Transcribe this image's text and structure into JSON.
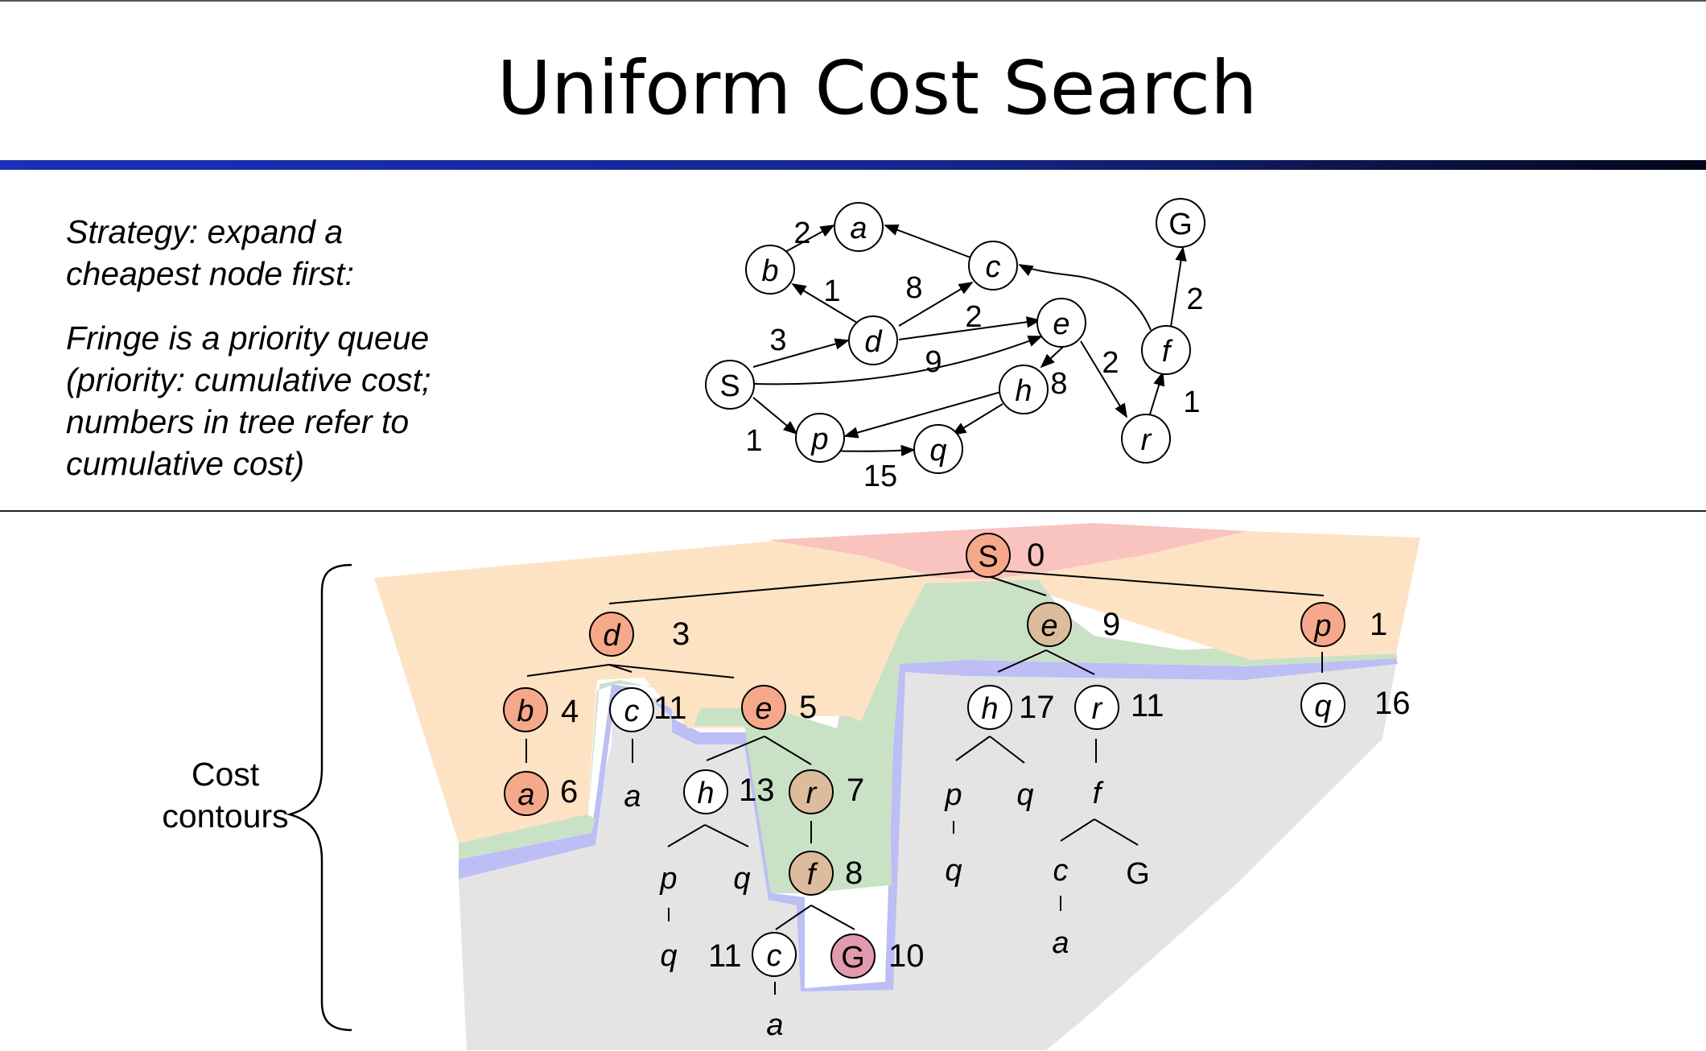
{
  "slide": {
    "title": "Uniform Cost Search",
    "strategy_lines": [
      "Strategy: expand a",
      "cheapest node first:"
    ],
    "fringe_lines": [
      "Fringe is a priority queue",
      "(priority: cumulative cost;",
      "numbers in tree refer to",
      "cumulative cost)"
    ],
    "contour_label_lines": [
      "Cost",
      "contours"
    ]
  },
  "colors": {
    "band_start": "#1b2fb8",
    "band_end": "#040618",
    "contour_red": "#f9c3bf",
    "contour_orange": "#fde3c4",
    "contour_green": "#c9e2c6",
    "contour_blue": "#bcbef5",
    "contour_gray": "#e4e4e4",
    "node_salmon": "#f6a98a",
    "node_brown": "#dcbc9c",
    "node_goal": "#e29aae"
  },
  "graph": {
    "nodes": {
      "S": "S",
      "a": "a",
      "b": "b",
      "c": "c",
      "d": "d",
      "e": "e",
      "f": "f",
      "G": "G",
      "h": "h",
      "p": "p",
      "q": "q",
      "r": "r"
    },
    "edge_costs": {
      "b_a": "2",
      "d_b": "1",
      "d_c": "8",
      "S_d": "3",
      "d_e": "2",
      "S_e": "9",
      "e_h": "8",
      "e_r": "2",
      "f_G": "2",
      "r_f": "1",
      "S_p": "1",
      "p_q": "15"
    }
  },
  "tree": {
    "nodes": {
      "S": "S",
      "d": "d",
      "e1": "e",
      "p1": "p",
      "b": "b",
      "c1": "c",
      "e2": "e",
      "h1": "h",
      "r1": "r",
      "q1": "q",
      "a1": "a",
      "a2": "a",
      "h2": "h",
      "r2": "r",
      "p2": "p",
      "q2": "q",
      "f1": "f",
      "p3": "p",
      "q3": "q",
      "f2": "f",
      "q4": "q",
      "c2": "c",
      "G1": "G",
      "q5": "q",
      "c3": "c",
      "G2": "G",
      "a3": "a",
      "a4": "a"
    },
    "costs": {
      "S": "0",
      "d": "3",
      "e1": "9",
      "p1": "1",
      "b": "4",
      "c1": "11",
      "e2": "5",
      "h1": "17",
      "r1": "11",
      "q1": "16",
      "a1": "6",
      "h2": "13",
      "r2": "7",
      "f1": "8",
      "c2": "11",
      "G1": "10"
    }
  }
}
